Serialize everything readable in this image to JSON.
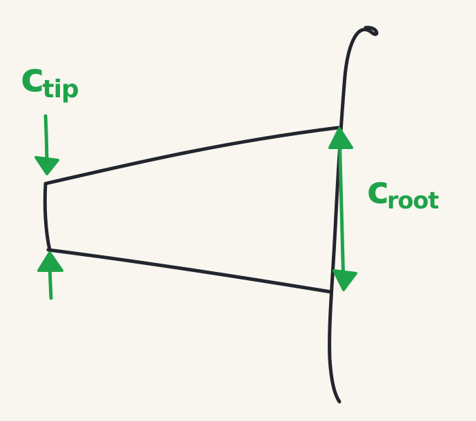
{
  "labels": {
    "tip": {
      "letter": "c",
      "subscript": "tip"
    },
    "root": {
      "letter": "c",
      "subscript": "root"
    }
  },
  "colors": {
    "ink": "#23252e",
    "marker_green": "#1fa34a",
    "paper": "#f8f6ef"
  }
}
